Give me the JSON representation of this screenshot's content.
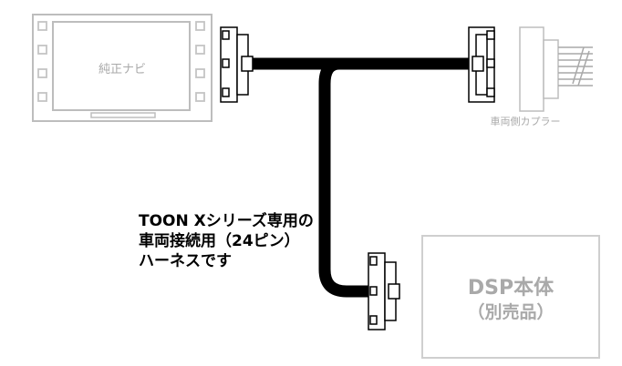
{
  "navi": {
    "label": "純正ナビ"
  },
  "coupler": {
    "label": "車両側カプラー"
  },
  "harness": {
    "lines": [
      "TOON Xシリーズ専用の",
      "車両接続用（24ピン）",
      "ハーネスです"
    ]
  },
  "dsp": {
    "line1": "DSP本体",
    "line2": "（別売品）"
  },
  "colors": {
    "cable": "#000000",
    "outline": "#bdbdbd",
    "label_gray": "#a9a9a9",
    "dsp_border": "#cfcfcf"
  }
}
